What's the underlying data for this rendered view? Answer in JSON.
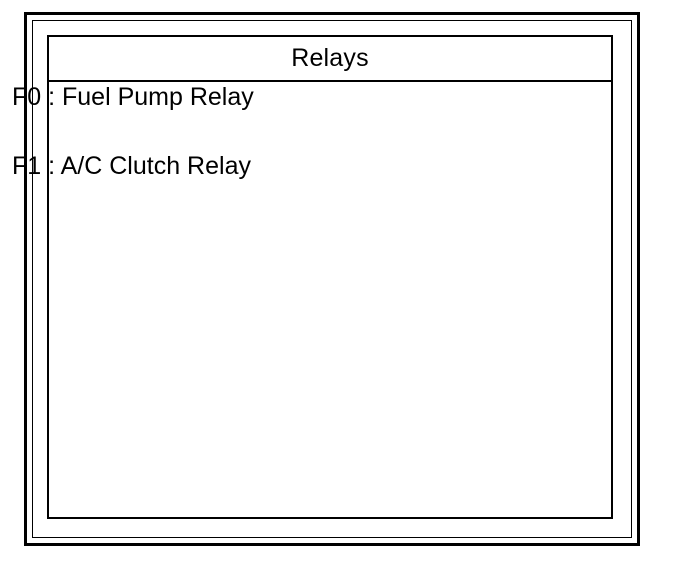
{
  "panel": {
    "title": "Relays"
  },
  "relays": [
    {
      "label": "F0 : Fuel Pump Relay"
    },
    {
      "label": "F1 : A/C Clutch Relay"
    }
  ]
}
